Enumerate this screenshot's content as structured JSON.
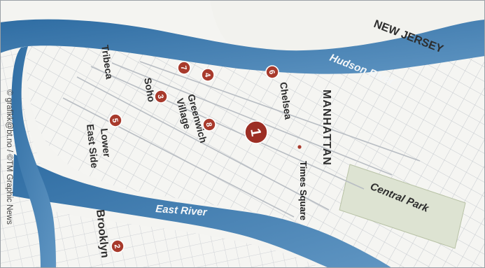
{
  "map": {
    "labels": {
      "new_jersey": "NEW JERSEY",
      "hudson_river": "Hudson River",
      "east_river": "East River",
      "manhattan": "MANHATTAN",
      "central_park": "Central Park",
      "times_square": "Times Square",
      "chelsea": "Chelsea",
      "greenwich_village": [
        "Greenwich",
        "Village"
      ],
      "soho": "Soho",
      "tribeca": "Tribeca",
      "lower_east_side": [
        "Lower",
        "East Side"
      ],
      "brooklyn": "Brooklyn"
    },
    "credit": "© grafikk@bt.no / ©TM Graphic News",
    "markers": [
      "1",
      "2",
      "3",
      "4",
      "5",
      "6",
      "7",
      "8"
    ],
    "colors": {
      "marker": "#a83a2c",
      "marker_large": "#9c2e24",
      "water": "#3f7db0",
      "land": "#f4f4f1",
      "park": "#dfe5d3",
      "streets": "#c9cdd2"
    }
  }
}
